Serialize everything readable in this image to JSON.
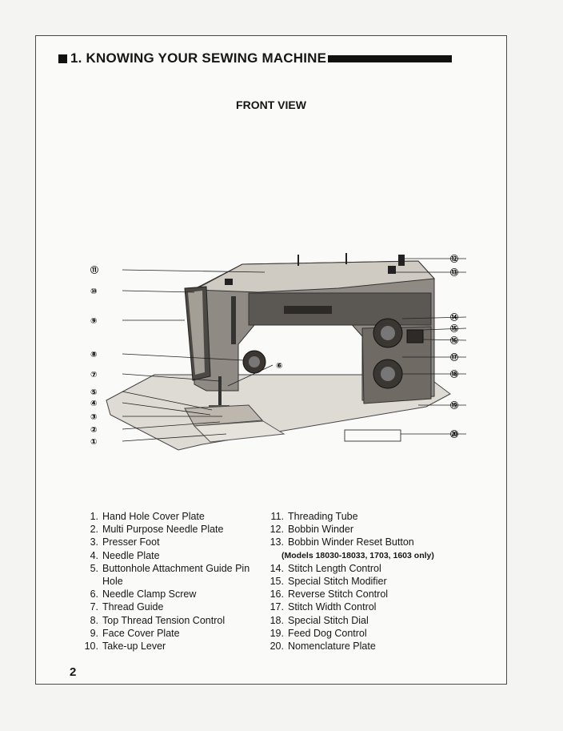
{
  "header": {
    "section_title": "1. KNOWING YOUR SEWING MACHINE",
    "view_title": "FRONT VIEW"
  },
  "diagram": {
    "callouts": [
      "⑪",
      "⑩",
      "⑨",
      "⑧",
      "⑦",
      "⑥",
      "⑤",
      "④",
      "③",
      "②",
      "①",
      "⑫",
      "⑬",
      "⑭",
      "⑮",
      "⑯",
      "⑰",
      "⑱",
      "⑲",
      "⑳"
    ]
  },
  "parts": {
    "left": [
      {
        "num": "1.",
        "label": "Hand Hole Cover Plate"
      },
      {
        "num": "2.",
        "label": "Multi Purpose Needle Plate"
      },
      {
        "num": "3.",
        "label": "Presser Foot"
      },
      {
        "num": "4.",
        "label": "Needle Plate"
      },
      {
        "num": "5.",
        "label": "Buttonhole Attachment Guide Pin Hole"
      },
      {
        "num": "6.",
        "label": "Needle Clamp Screw"
      },
      {
        "num": "7.",
        "label": "Thread Guide"
      },
      {
        "num": "8.",
        "label": "Top Thread Tension Control"
      },
      {
        "num": "9.",
        "label": "Face Cover Plate"
      },
      {
        "num": "10.",
        "label": "Take-up Lever"
      }
    ],
    "right": [
      {
        "num": "11.",
        "label": "Threading Tube"
      },
      {
        "num": "12.",
        "label": "Bobbin Winder"
      },
      {
        "num": "13.",
        "label": "Bobbin Winder Reset Button"
      },
      {
        "num": "14.",
        "label": "Stitch Length Control"
      },
      {
        "num": "15.",
        "label": "Special Stitch Modifier"
      },
      {
        "num": "16.",
        "label": "Reverse Stitch Control"
      },
      {
        "num": "17.",
        "label": "Stitch Width Control"
      },
      {
        "num": "18.",
        "label": "Special Stitch Dial"
      },
      {
        "num": "19.",
        "label": "Feed Dog Control"
      },
      {
        "num": "20.",
        "label": "Nomenclature Plate"
      }
    ],
    "note": "(Models 18030-18033, 1703, 1603 only)"
  },
  "page_number": "2"
}
